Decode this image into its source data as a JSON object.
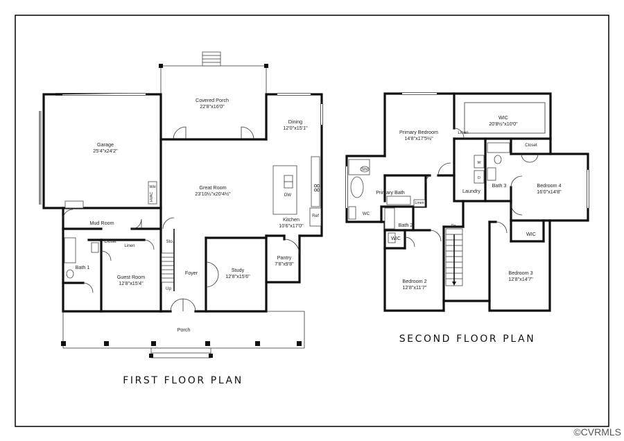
{
  "first_floor": {
    "title": "FIRST FLOOR PLAN",
    "rooms": [
      {
        "name": "Covered Porch",
        "dims": "22'8\"x16'0\""
      },
      {
        "name": "Garage",
        "dims": "25'4\"x24'2\""
      },
      {
        "name": "Dining",
        "dims": "12'0\"x15'1\""
      },
      {
        "name": "Great Room",
        "dims": "23'10½\"x20'4½\""
      },
      {
        "name": "Kitchen",
        "dims": "10'6\"x17'0\""
      },
      {
        "name": "Mud Room"
      },
      {
        "name": "Guest Room",
        "dims": "12'8\"x15'4\""
      },
      {
        "name": "Bath 1"
      },
      {
        "name": "Study",
        "dims": "12'8\"x15'6\""
      },
      {
        "name": "Pantry",
        "dims": "7'8\"x9'8\""
      },
      {
        "name": "Foyer"
      },
      {
        "name": "Porch"
      }
    ],
    "small_labels": {
      "closet": "Closet",
      "linen": "Linen",
      "sto": "Sto.",
      "up": "Up",
      "wh": "WH",
      "hvac": "HVAC",
      "dw": "DW",
      "ref": "Ref"
    }
  },
  "second_floor": {
    "title": "SECOND FLOOR PLAN",
    "rooms": [
      {
        "name": "Primary Bedroom",
        "dims": "14'8\"x17'5½\""
      },
      {
        "name": "WIC",
        "dims": "20'8½\"x10'0\""
      },
      {
        "name": "Primary Bath"
      },
      {
        "name": "Laundry"
      },
      {
        "name": "Bath 3"
      },
      {
        "name": "Bedroom 4",
        "dims": "16'0\"x14'8\""
      },
      {
        "name": "Bath 2"
      },
      {
        "name": "Bedroom 2",
        "dims": "12'8\"x11'7\""
      },
      {
        "name": "Bedroom 3",
        "dims": "12'8\"x14'7\""
      }
    ],
    "small_labels": {
      "linen_top": "Linen",
      "closet": "Closet",
      "shr": "Shr",
      "wc_bath": "WC",
      "linen_bath": "Linen",
      "wic_bed2": "WIC",
      "wic_bed3": "WIC",
      "dn": "Dn",
      "washer": "W",
      "dryer": "D"
    }
  },
  "watermark": "©CVRMLS"
}
